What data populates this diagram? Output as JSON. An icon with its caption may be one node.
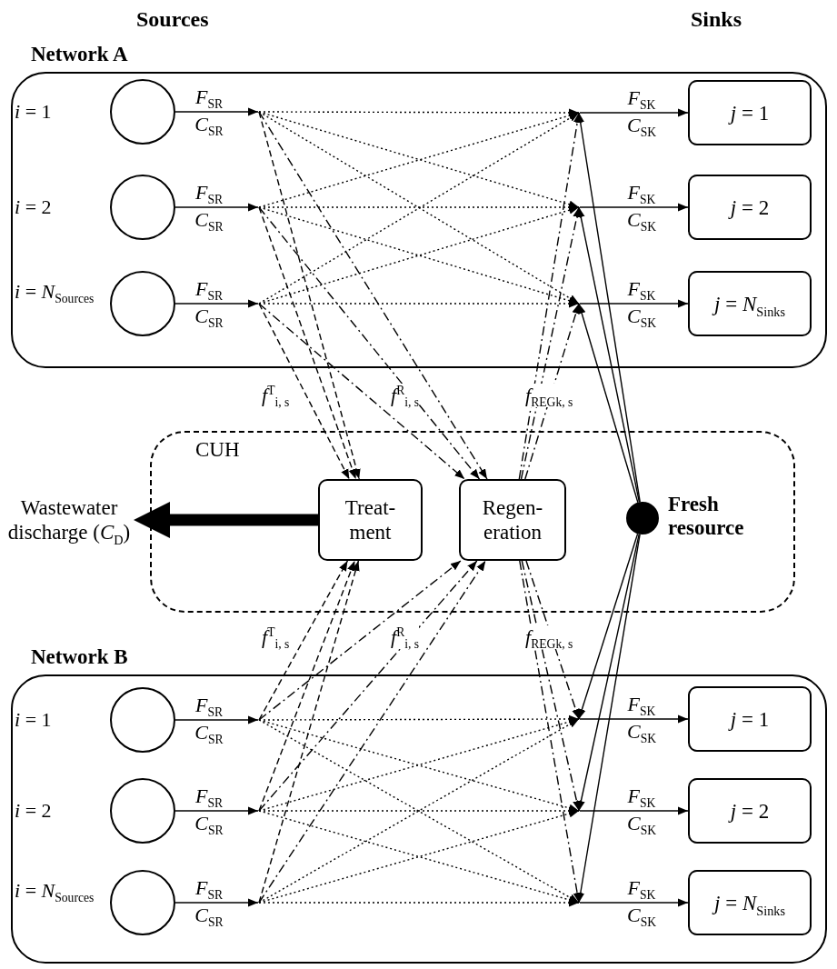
{
  "diagram": {
    "nodes": [
      {
        "text": [
          "Network A"
        ]
      },
      {
        "text": [],
        "shape": "circle",
        "in": 0,
        "beside": [
          "*i* = 1",
          "*F*$_{SR}$",
          "*C*$_{SR}$"
        ]
      },
      {
        "text": [],
        "shape": "circle",
        "in": 0,
        "beside": [
          "*i* = 2",
          "*F*$_{SR}$",
          "*C*$_{SR}$"
        ]
      },
      {
        "text": [],
        "shape": "circle",
        "in": 0,
        "beside": [
          "*i* = *N*$_{Sources}$",
          "*F*$_{SR}$",
          "*C*$_{SR}$"
        ]
      },
      {
        "text": [
          "*j* = 1"
        ],
        "in": 0,
        "beside": [
          "*F*$_{SK}$",
          "*C*$_{SK}$"
        ]
      },
      {
        "text": [
          "*j* = 2"
        ],
        "in": 0,
        "beside": [
          "*F*$_{SK}$",
          "*C*$_{SK}$"
        ]
      },
      {
        "text": [
          "*j* = *N*$_{Sinks}$"
        ],
        "in": 0,
        "beside": [
          "*F*$_{SK}$",
          "*C*$_{SK}$"
        ]
      },
      {
        "text": [
          "CUH"
        ]
      },
      {
        "text": [
          "Wastewater discharge (*C*$_{D}$)"
        ]
      },
      {
        "text": [
          "Treat- ment"
        ],
        "in": 7
      },
      {
        "text": [
          "Regen- eration"
        ],
        "in": 7
      },
      {
        "text": [],
        "shape": "circle",
        "in": 7,
        "beside": [
          "Fresh resource"
        ]
      },
      {
        "text": [
          "Network B"
        ]
      },
      {
        "text": [],
        "shape": "circle",
        "in": 12,
        "beside": [
          "*i* = 1",
          "*F*$_{SR}$",
          "*C*$_{SR}$"
        ]
      },
      {
        "text": [],
        "shape": "circle",
        "in": 12,
        "beside": [
          "*i* = 2",
          "*F*$_{SR}$",
          "*C*$_{SR}$"
        ]
      },
      {
        "text": [],
        "shape": "circle",
        "in": 12,
        "beside": [
          "*i* = *N*$_{Sources}$",
          "*F*$_{SR}$",
          "*C*$_{SR}$"
        ]
      },
      {
        "text": [
          "*j* = 1"
        ],
        "in": 12,
        "beside": [
          "*F*$_{SK}$",
          "*C*$_{SK}$"
        ]
      },
      {
        "text": [
          "*j* = 2"
        ],
        "in": 12,
        "beside": [
          "*F*$_{SK}$",
          "*C*$_{SK}$"
        ]
      },
      {
        "text": [
          "*j* = *N*$_{Sinks}$"
        ],
        "in": 12,
        "beside": [
          "*F*$_{SK}$",
          "*C*$_{SK}$"
        ]
      }
    ],
    "edges": [
      {
        "from": 1,
        "to": 4,
        "arrow": "to",
        "style": "dashed"
      },
      {
        "from": 1,
        "to": 5,
        "arrow": "to",
        "style": "dashed"
      },
      {
        "from": 1,
        "to": 6,
        "arrow": "to",
        "style": "dashed"
      },
      {
        "from": 2,
        "to": 4,
        "arrow": "to",
        "style": "dashed"
      },
      {
        "from": 2,
        "to": 5,
        "arrow": "to",
        "style": "dashed"
      },
      {
        "from": 2,
        "to": 6,
        "arrow": "to",
        "style": "dashed"
      },
      {
        "from": 3,
        "to": 4,
        "arrow": "to",
        "style": "dashed"
      },
      {
        "from": 3,
        "to": 5,
        "arrow": "to",
        "style": "dashed"
      },
      {
        "from": 3,
        "to": 6,
        "arrow": "to",
        "style": "dashed"
      },
      {
        "from": 1,
        "to": 9,
        "arrow": "to",
        "style": "dashed"
      },
      {
        "from": 2,
        "to": 9,
        "arrow": "to",
        "style": "dashed"
      },
      {
        "from": 3,
        "to": 9,
        "arrow": "to",
        "style": "dashed"
      },
      {
        "from": 1,
        "to": 10,
        "arrow": "to",
        "style": "dashed"
      },
      {
        "from": 2,
        "to": 10,
        "arrow": "to",
        "style": "dashed"
      },
      {
        "from": 3,
        "to": 10,
        "arrow": "to",
        "style": "dashed"
      },
      {
        "from": 10,
        "to": 4,
        "arrow": "to",
        "style": "dashed"
      },
      {
        "from": 10,
        "to": 5,
        "arrow": "to",
        "style": "dashed"
      },
      {
        "from": 10,
        "to": 6,
        "arrow": "to",
        "style": "dashed"
      },
      {
        "from": 11,
        "to": 4,
        "arrow": "to"
      },
      {
        "from": 11,
        "to": 5,
        "arrow": "to"
      },
      {
        "from": 11,
        "to": 6,
        "arrow": "to"
      },
      {
        "from": 9,
        "to": 8,
        "arrow": "to",
        "style": "thick"
      },
      {
        "from": 13,
        "to": 9,
        "arrow": "to",
        "style": "dashed"
      },
      {
        "from": 14,
        "to": 9,
        "arrow": "to",
        "style": "dashed"
      },
      {
        "from": 15,
        "to": 9,
        "arrow": "to",
        "style": "dashed"
      },
      {
        "from": 13,
        "to": 10,
        "arrow": "to",
        "style": "dashed"
      },
      {
        "from": 14,
        "to": 10,
        "arrow": "to",
        "style": "dashed"
      },
      {
        "from": 15,
        "to": 10,
        "arrow": "to",
        "style": "dashed"
      },
      {
        "from": 10,
        "to": 16,
        "arrow": "to",
        "style": "dashed"
      },
      {
        "from": 10,
        "to": 17,
        "arrow": "to",
        "style": "dashed"
      },
      {
        "from": 10,
        "to": 18,
        "arrow": "to",
        "style": "dashed"
      },
      {
        "from": 11,
        "to": 16,
        "arrow": "to"
      },
      {
        "from": 11,
        "to": 17,
        "arrow": "to"
      },
      {
        "from": 11,
        "to": 18,
        "arrow": "to"
      },
      {
        "from": 13,
        "to": 16,
        "arrow": "to",
        "style": "dashed"
      },
      {
        "from": 13,
        "to": 17,
        "arrow": "to",
        "style": "dashed"
      },
      {
        "from": 13,
        "to": 18,
        "arrow": "to",
        "style": "dashed"
      },
      {
        "from": 14,
        "to": 16,
        "arrow": "to",
        "style": "dashed"
      },
      {
        "from": 14,
        "to": 17,
        "arrow": "to",
        "style": "dashed"
      },
      {
        "from": 14,
        "to": 18,
        "arrow": "to",
        "style": "dashed"
      },
      {
        "from": 15,
        "to": 16,
        "arrow": "to",
        "style": "dashed"
      },
      {
        "from": 15,
        "to": 17,
        "arrow": "to",
        "style": "dashed"
      },
      {
        "from": 15,
        "to": 18,
        "arrow": "to",
        "style": "dashed"
      }
    ],
    "labels": [
      "Sources",
      "Sinks",
      "*f*$^{T}$$_{i, s}$",
      "*f*$^{R}$$_{i, s}$",
      "*f*$_{REGk, s}$",
      "*f*$^{T}$$_{i, s}$",
      "*f*$^{R}$$_{i, s}$",
      "*f*$_{REGk, s}$"
    ]
  }
}
